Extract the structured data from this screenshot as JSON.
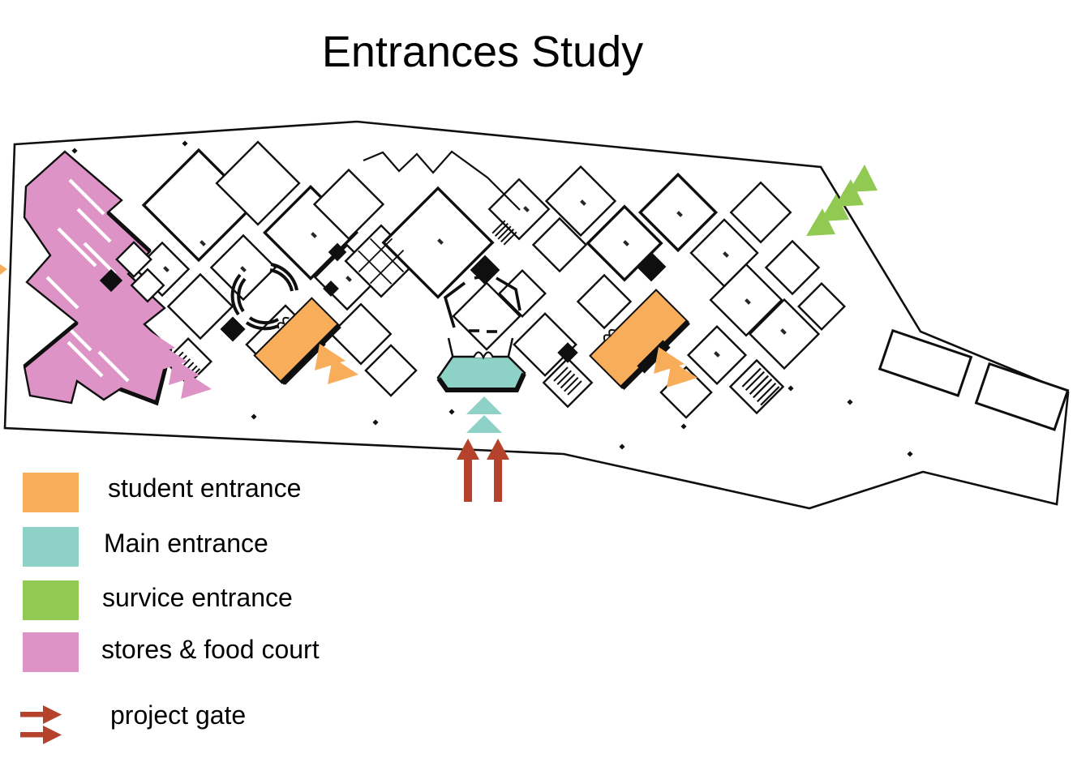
{
  "title": "Entrances Study",
  "legend": {
    "items": [
      {
        "id": "student",
        "label": "student entrance",
        "color": "#F8AD5B"
      },
      {
        "id": "main",
        "label": "Main entrance",
        "color": "#8DD1C7"
      },
      {
        "id": "service",
        "label": "survice entrance",
        "color": "#92C953"
      },
      {
        "id": "stores",
        "label": "stores & food court",
        "color": "#DD93C6"
      }
    ],
    "gate": {
      "label": "project gate",
      "color": "#B5432C"
    }
  },
  "colors": {
    "student": "#F8AD5B",
    "main": "#8DD1C7",
    "service": "#92C953",
    "stores": "#DD93C6",
    "gate": "#B5432C",
    "walls": "#0F0F0F",
    "background": "#FFFFFF"
  }
}
